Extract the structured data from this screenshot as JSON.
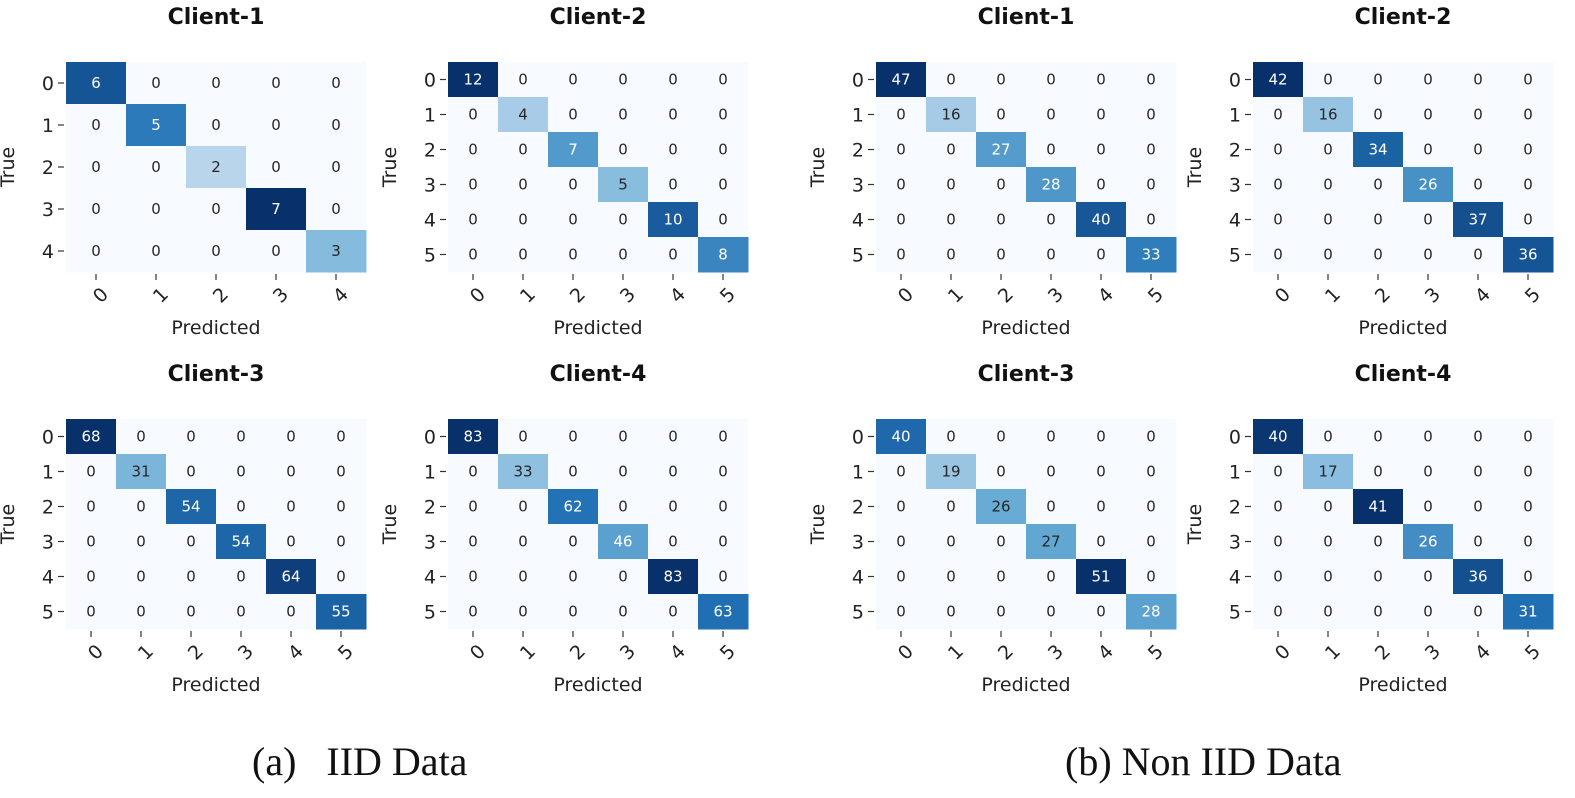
{
  "figure": {
    "caption_a": "(a)  IID Data",
    "caption_b": "(b) Non IID Data"
  },
  "colors": {
    "cmap_low": "#f7fbff",
    "cmap_mid": "#6baed6",
    "cmap_high": "#08306b"
  },
  "chart_data": [
    {
      "type": "heatmap",
      "group": "IID Data",
      "title": "Client-1",
      "xlabel": "Predicted",
      "ylabel": "True",
      "labels": [
        "0",
        "1",
        "2",
        "3",
        "4"
      ],
      "matrix": [
        [
          6,
          0,
          0,
          0,
          0
        ],
        [
          0,
          5,
          0,
          0,
          0
        ],
        [
          0,
          0,
          2,
          0,
          0
        ],
        [
          0,
          0,
          0,
          7,
          0
        ],
        [
          0,
          0,
          0,
          0,
          3
        ]
      ]
    },
    {
      "type": "heatmap",
      "group": "IID Data",
      "title": "Client-2",
      "xlabel": "Predicted",
      "ylabel": "True",
      "labels": [
        "0",
        "1",
        "2",
        "3",
        "4",
        "5"
      ],
      "matrix": [
        [
          12,
          0,
          0,
          0,
          0,
          0
        ],
        [
          0,
          4,
          0,
          0,
          0,
          0
        ],
        [
          0,
          0,
          7,
          0,
          0,
          0
        ],
        [
          0,
          0,
          0,
          5,
          0,
          0
        ],
        [
          0,
          0,
          0,
          0,
          10,
          0
        ],
        [
          0,
          0,
          0,
          0,
          0,
          8
        ]
      ]
    },
    {
      "type": "heatmap",
      "group": "IID Data",
      "title": "Client-3",
      "xlabel": "Predicted",
      "ylabel": "True",
      "labels": [
        "0",
        "1",
        "2",
        "3",
        "4",
        "5"
      ],
      "matrix": [
        [
          68,
          0,
          0,
          0,
          0,
          0
        ],
        [
          0,
          31,
          0,
          0,
          0,
          0
        ],
        [
          0,
          0,
          54,
          0,
          0,
          0
        ],
        [
          0,
          0,
          0,
          54,
          0,
          0
        ],
        [
          0,
          0,
          0,
          0,
          64,
          0
        ],
        [
          0,
          0,
          0,
          0,
          0,
          55
        ]
      ]
    },
    {
      "type": "heatmap",
      "group": "IID Data",
      "title": "Client-4",
      "xlabel": "Predicted",
      "ylabel": "True",
      "labels": [
        "0",
        "1",
        "2",
        "3",
        "4",
        "5"
      ],
      "matrix": [
        [
          83,
          0,
          0,
          0,
          0,
          0
        ],
        [
          0,
          33,
          0,
          0,
          0,
          0
        ],
        [
          0,
          0,
          62,
          0,
          0,
          0
        ],
        [
          0,
          0,
          0,
          46,
          0,
          0
        ],
        [
          0,
          0,
          0,
          0,
          83,
          0
        ],
        [
          0,
          0,
          0,
          0,
          0,
          63
        ]
      ]
    },
    {
      "type": "heatmap",
      "group": "Non IID Data",
      "title": "Client-1",
      "xlabel": "Predicted",
      "ylabel": "True",
      "labels": [
        "0",
        "1",
        "2",
        "3",
        "4",
        "5"
      ],
      "matrix": [
        [
          47,
          0,
          0,
          0,
          0,
          0
        ],
        [
          0,
          16,
          0,
          0,
          0,
          0
        ],
        [
          0,
          0,
          27,
          0,
          0,
          0
        ],
        [
          0,
          0,
          0,
          28,
          0,
          0
        ],
        [
          0,
          0,
          0,
          0,
          40,
          0
        ],
        [
          0,
          0,
          0,
          0,
          0,
          33
        ]
      ]
    },
    {
      "type": "heatmap",
      "group": "Non IID Data",
      "title": "Client-2",
      "xlabel": "Predicted",
      "ylabel": "True",
      "labels": [
        "0",
        "1",
        "2",
        "3",
        "4",
        "5"
      ],
      "matrix": [
        [
          42,
          0,
          0,
          0,
          0,
          0
        ],
        [
          0,
          16,
          0,
          0,
          0,
          0
        ],
        [
          0,
          0,
          34,
          0,
          0,
          0
        ],
        [
          0,
          0,
          0,
          26,
          0,
          0
        ],
        [
          0,
          0,
          0,
          0,
          37,
          0
        ],
        [
          0,
          0,
          0,
          0,
          0,
          36
        ]
      ]
    },
    {
      "type": "heatmap",
      "group": "Non IID Data",
      "title": "Client-3",
      "xlabel": "Predicted",
      "ylabel": "True",
      "labels": [
        "0",
        "1",
        "2",
        "3",
        "4",
        "5"
      ],
      "matrix": [
        [
          40,
          0,
          0,
          0,
          0,
          0
        ],
        [
          0,
          19,
          0,
          0,
          0,
          0
        ],
        [
          0,
          0,
          26,
          0,
          0,
          0
        ],
        [
          0,
          0,
          0,
          27,
          0,
          0
        ],
        [
          0,
          0,
          0,
          0,
          51,
          0
        ],
        [
          0,
          0,
          0,
          0,
          0,
          28
        ]
      ]
    },
    {
      "type": "heatmap",
      "group": "Non IID Data",
      "title": "Client-4",
      "xlabel": "Predicted",
      "ylabel": "True",
      "labels": [
        "0",
        "1",
        "2",
        "3",
        "4",
        "5"
      ],
      "matrix": [
        [
          40,
          0,
          0,
          0,
          0,
          0
        ],
        [
          0,
          17,
          0,
          0,
          0,
          0
        ],
        [
          0,
          0,
          41,
          0,
          0,
          0
        ],
        [
          0,
          0,
          0,
          26,
          0,
          0
        ],
        [
          0,
          0,
          0,
          0,
          36,
          0
        ],
        [
          0,
          0,
          0,
          0,
          0,
          31
        ]
      ]
    }
  ]
}
